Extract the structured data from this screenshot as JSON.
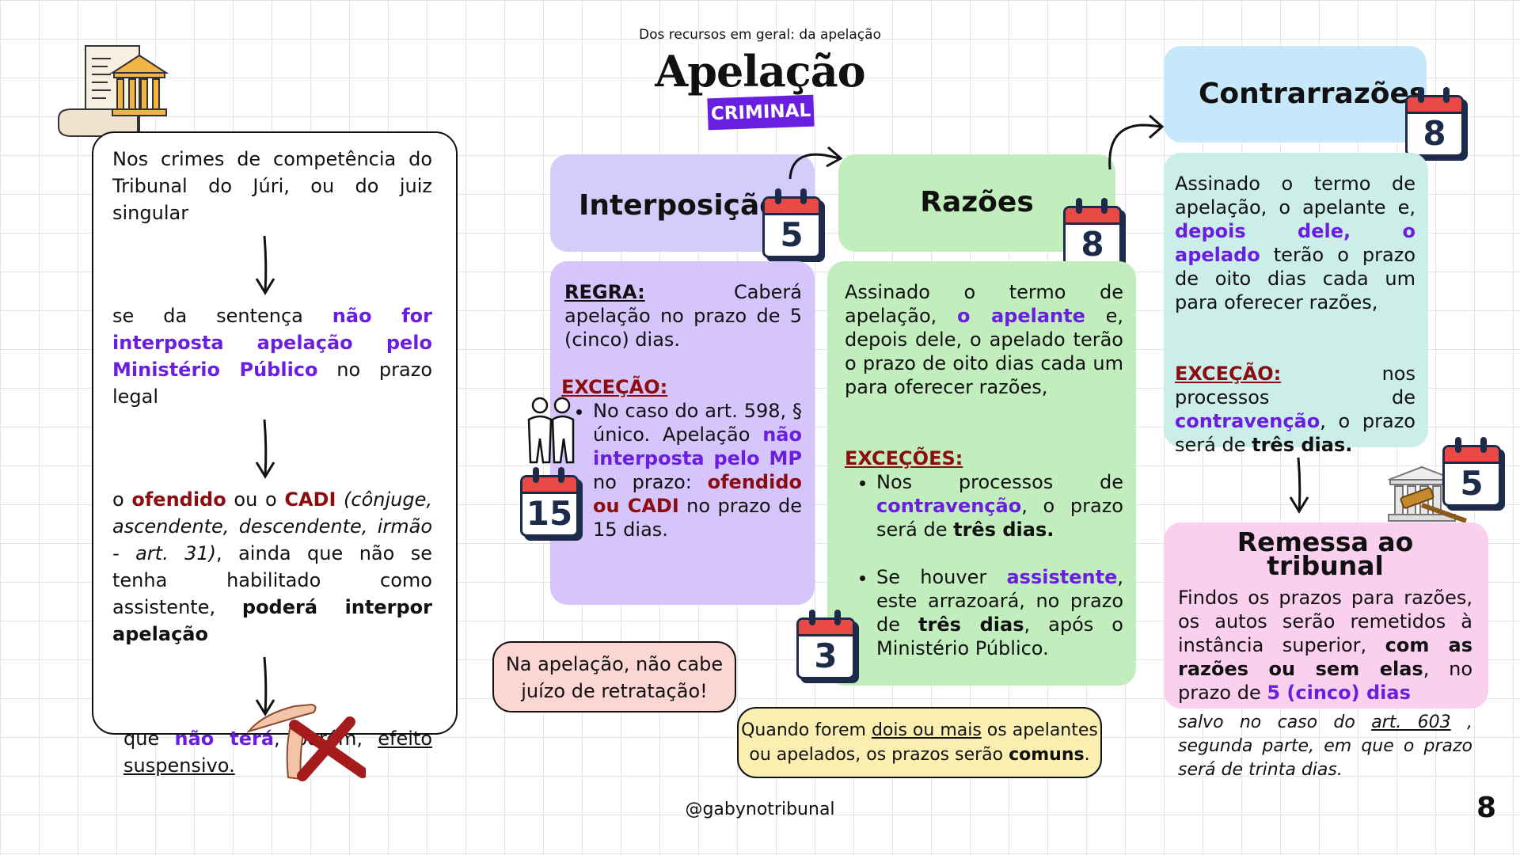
{
  "header": {
    "subtitle": "Dos recursos em geral: da apelação",
    "title": "Apelação",
    "badge": "CRIMINAL"
  },
  "left_card": {
    "step1": "Nos crimes de competência do Tribunal do Júri, ou do juiz singular",
    "step2_pre": "se da sentença ",
    "step2_hl": "não for interposta apelação pelo Ministério Público",
    "step2_post": " no prazo legal",
    "step3_a": "o ",
    "step3_ofendido": "ofendido",
    "step3_b": " ou o ",
    "step3_cadi": "CADI",
    "step3_paren": " (cônjuge, ascendente, descendente, irmão - art. 31)",
    "step3_c": ", ainda que não se tenha habilitado como assistente, ",
    "step3_bold": "poderá interpor apelação",
    "step4_a": "que ",
    "step4_hl": "não terá",
    "step4_b": ", porém, ",
    "step4_ul1": "efeito",
    "step4_ul2": "suspensivo."
  },
  "interposicao": {
    "title": "Interposição",
    "calendar": "5",
    "side_calendar": "15",
    "regra_label": "REGRA:",
    "regra_text": " Caberá apelação no prazo de 5 (cinco) dias.",
    "excecao_label": "EXCEÇÃO:",
    "bullet_a": "No caso do  art. 598, § único. Apelação ",
    "bullet_hl": "não interposta pelo MP",
    "bullet_b": " no prazo: ",
    "bullet_red": "ofendido ou CADI",
    "bullet_c": " no prazo de 15 dias."
  },
  "razoes": {
    "title": "Razões",
    "calendar": "8",
    "bottom_calendar": "3",
    "p1_a": "Assinado o termo de apelação, ",
    "p1_hl": "o apelante",
    "p1_b": " e, depois dele, o apelado terão o prazo de oito dias cada um para oferecer razões,",
    "excecoes_label": "EXCEÇÕES:",
    "b1_a": "Nos processos de ",
    "b1_hl": "contravenção",
    "b1_b": ", o prazo será de ",
    "b1_bold": "três dias.",
    "b2_a": "Se houver ",
    "b2_hl": "assistente",
    "b2_b": ", este arrazoará, no prazo de ",
    "b2_bold": "três dias",
    "b2_c": ", após o Ministério Público."
  },
  "contrarrazoes": {
    "title": "Contrarrazões",
    "calendar": "8",
    "p1_a": "Assinado o termo de apelação, o apelante e, ",
    "p1_hl": "depois dele, o apelado",
    "p1_b": " terão o prazo de oito dias cada um para oferecer razões,",
    "excecao_label": "EXCEÇÃO:",
    "p2_a": " nos processos de ",
    "p2_hl": "contravenção",
    "p2_b": ", o prazo será de ",
    "p2_bold": "três dias."
  },
  "remessa": {
    "title": "Remessa ao tribunal",
    "calendar": "5",
    "p_a": "Findos os prazos para razões, os autos serão remetidos à instância superior, ",
    "p_bold": "com as razões ou sem elas",
    "p_b": ", no prazo de ",
    "p_hl": "5 (cinco) dias"
  },
  "notes": {
    "retratacao": "Na apelação, não cabe juízo de retratação!",
    "prazos_a": "Quando forem ",
    "prazos_ul": "dois ou mais",
    "prazos_b": " os apelantes ou apelados, os prazos serão ",
    "prazos_bold": "comuns",
    "prazos_c": ".",
    "salvo_a": "salvo no caso do  ",
    "salvo_ul": "art. 603",
    "salvo_b": " , segunda parte, em que o prazo será de trinta dias."
  },
  "footer": {
    "handle": "@gabynotribunal",
    "page": "8"
  },
  "colors": {
    "highlight_purple": "#6a1fe0",
    "highlight_red": "#8b0d12",
    "interposicao_bg": "#d5c5fb",
    "razoes_bg": "#c2edbd",
    "contrarrazoes_bg": "#cbeee8",
    "remessa_bg": "#fad0ee"
  },
  "icons": [
    "court-document-icon",
    "calendar-icon",
    "people-icon",
    "courthouse-gavel-icon",
    "hand-stop-icon",
    "red-x-icon"
  ]
}
